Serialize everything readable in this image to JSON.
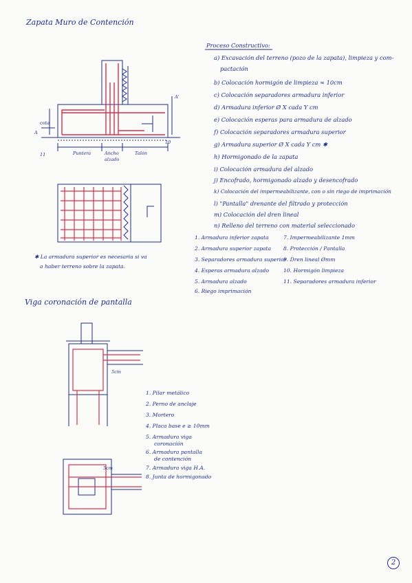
{
  "title": "Zapata Muro de Contención",
  "process": {
    "heading": "Proceso Constructivo:",
    "steps": [
      "a) Excavación del terreno (pozo de la zapata), limpieza y com-",
      "pactación",
      "b) Colocación hormigón de limpieza ≈ 10cm",
      "c) Colocación separadores armadura inferior",
      "d) Armadura inferior Ø X cada Y cm",
      "e) Colocación esperas para armadura de alzado",
      "f) Colocación separadores armadura superior",
      "g) Armadura superior Ø X cada Y cm ✱",
      "h) Hormigonado de la zapata",
      "i) Colocación armadura del alzado",
      "j) Encofrado, hormigonado alzado y desencofrado",
      "k) Colocación del impermeabilizante, con o sin riego de imprimación",
      "l) \"Pantalla\" drenante del filtrado y protección",
      "m) Colocación del dren lineal",
      "n) Relleno del terreno con material seleccionado"
    ]
  },
  "legend1_left": [
    "1. Armadura inferior zapata",
    "2. Armadura superior zapata",
    "3. Separadores armadura superior",
    "4. Esperas armadura alzado",
    "5. Armadura alzado",
    "6. Riego imprimación"
  ],
  "legend1_right": [
    "7. Impermeabilizante 1mm",
    "8. Protección / Pantalla",
    "9. Dren lineal Ømm",
    "10. Hormigón limpieza",
    "11. Separadores armadura inferior"
  ],
  "note": {
    "line1": "✱ La armadura superior es necesaria si va",
    "line2": "a haber terreno sobre la zapata."
  },
  "section_labels": {
    "cota": "cota",
    "cut_a": "A",
    "cut_a2": "A'",
    "num11": "11",
    "num10": "10",
    "puntera": "Puntera",
    "ancho": "Ancho",
    "alzado": "alzado",
    "talon": "Talón"
  },
  "section2_title": "Viga coronación de pantalla",
  "beam_labels": {
    "dim": "5cm",
    "dim2": "5cm"
  },
  "legend2": [
    "1. Pilar metálico",
    "2. Perno de anclaje",
    "3. Mortero",
    "4. Placa base e ≥ 10mm",
    "5. Armadura viga",
    "coronación",
    "6. Armadura pantalla",
    "de contención",
    "7. Armadura viga H.A.",
    "8. Junta de hormigonado"
  ],
  "page_number": "2"
}
